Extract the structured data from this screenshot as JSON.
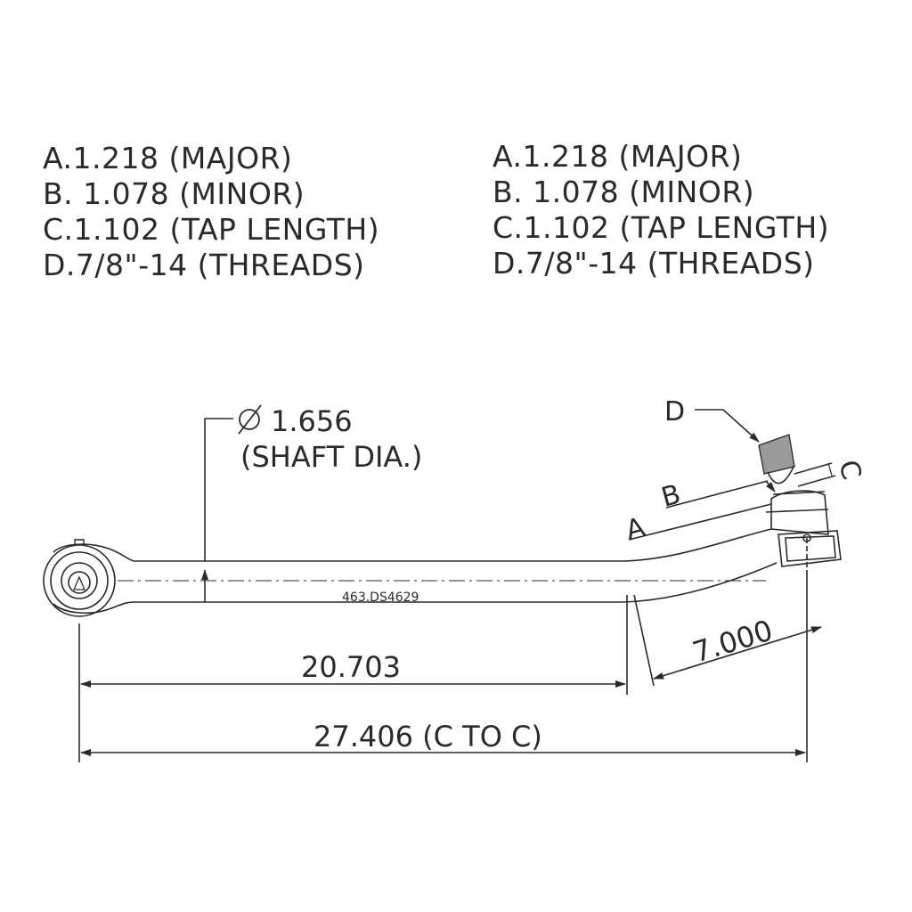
{
  "specs_left": {
    "a": "A.1.218 (MAJOR)",
    "b": "B. 1.078 (MINOR)",
    "c": "C.1.102 (TAP LENGTH)",
    "d": "D.7/8\"-14 (THREADS)"
  },
  "specs_right": {
    "a": "A.1.218 (MAJOR)",
    "b": "B. 1.078 (MINOR)",
    "c": "C.1.102 (TAP LENGTH)",
    "d": "D.7/8\"-14 (THREADS)"
  },
  "drawing": {
    "shaft_dia_value": "1.656",
    "shaft_dia_label": "(SHAFT DIA.)",
    "part_number": "463.DS4629",
    "dim_bend": "20.703",
    "dim_overall": "27.406 (C TO C)",
    "dim_end": "7.000",
    "label_a": "A",
    "label_b": "B",
    "label_c": "C",
    "label_d": "D"
  },
  "colors": {
    "line": "#2a2a2a",
    "text": "#2a2a2a",
    "background": "#ffffff",
    "thread": "#6a6a6a"
  }
}
